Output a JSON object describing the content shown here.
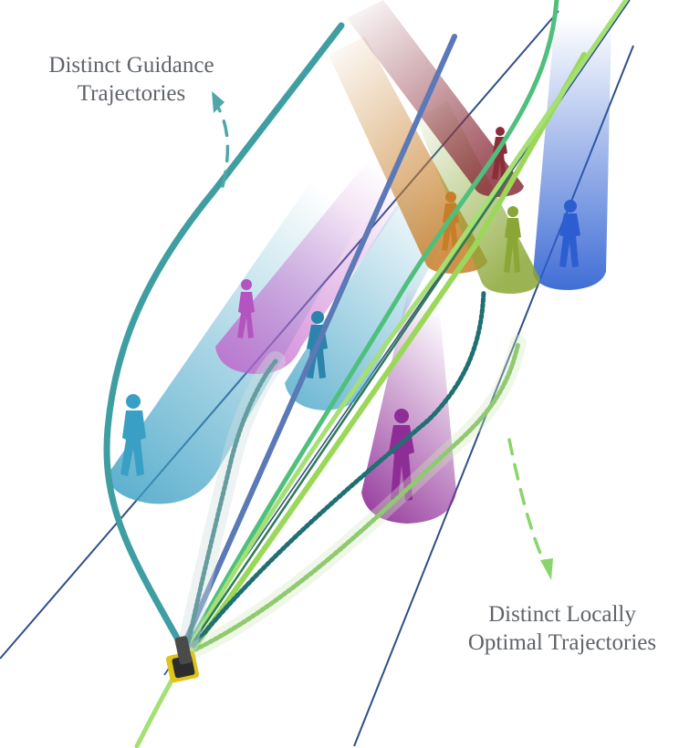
{
  "labels": {
    "guidance_line1": "Distinct Guidance",
    "guidance_line2": "Trajectories",
    "local_line1": "Distinct Locally",
    "local_line2": "Optimal Trajectories"
  },
  "colors": {
    "background": "#ffffff",
    "label_text": "#5f646b",
    "lane_line": "#2f4f86",
    "guidance_teal": "#3e9ea2",
    "guidance_blue": "#5a79b6",
    "guidance_green": "#4fbf7d",
    "guidance_lightgreen": "#8fd85e",
    "local_dark_teal": "#1f6f73",
    "local_green": "#7bc54a",
    "arrow_teal": "#4fa7a8",
    "arrow_green": "#8ad56a",
    "pedestrian_cyan": "#3a9fc4",
    "pedestrian_magenta": "#b454c0",
    "pedestrian_blue": "#2c5ed1",
    "pedestrian_olive": "#8aa635",
    "pedestrian_orange": "#c77e28",
    "pedestrian_purple": "#8f2d97",
    "pedestrian_maroon": "#8a2e3a",
    "robot_body": "#4a4a4a",
    "robot_base": "#e0c41a"
  }
}
